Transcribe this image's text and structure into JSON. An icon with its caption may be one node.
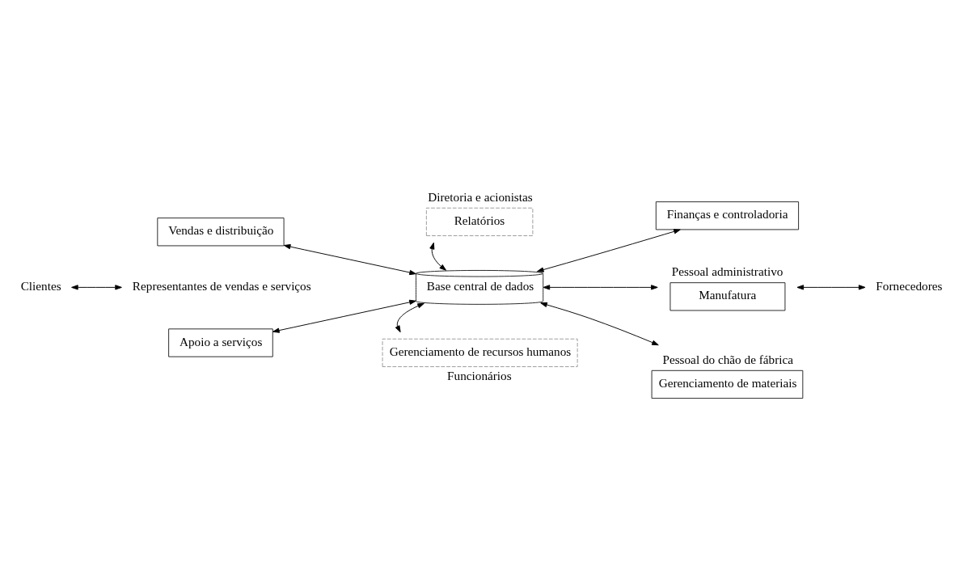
{
  "diagram": {
    "nodes": [
      {
        "text": [
          "Base central de dados"
        ]
      },
      {
        "text": [
          "Vendas e distribuição"
        ]
      },
      {
        "text": [
          "Relatórios"
        ],
        "beside": [
          "Diretoria e acionistas"
        ]
      },
      {
        "text": [
          "Finanças e controladoria"
        ]
      },
      {
        "text": [
          "Representantes de vendas e serviços"
        ]
      },
      {
        "text": [
          "Clientes"
        ]
      },
      {
        "text": [
          "Manufatura"
        ],
        "beside": [
          "Pessoal administrativo"
        ]
      },
      {
        "text": [
          "Fornecedores"
        ]
      },
      {
        "text": [
          "Apoio a serviços"
        ]
      },
      {
        "text": [
          "Gerenciamento de recursos humanos"
        ],
        "beside": [
          "Funcionários"
        ]
      },
      {
        "text": [
          "Gerenciamento de materiais"
        ],
        "beside": [
          "Pessoal do chão de fábrica"
        ]
      }
    ],
    "edges": [
      {
        "from": 1,
        "to": 0,
        "arrow": "both"
      },
      {
        "from": 2,
        "to": 0,
        "arrow": "both"
      },
      {
        "from": 0,
        "to": 3,
        "arrow": "both"
      },
      {
        "from": 5,
        "to": 4,
        "arrow": "both"
      },
      {
        "from": 0,
        "to": 6,
        "arrow": "both"
      },
      {
        "from": 6,
        "to": 7,
        "arrow": "both"
      },
      {
        "from": 8,
        "to": 0,
        "arrow": "both"
      },
      {
        "from": 0,
        "to": 9,
        "arrow": "both"
      },
      {
        "from": 0,
        "to": 10,
        "arrow": "both"
      }
    ]
  }
}
